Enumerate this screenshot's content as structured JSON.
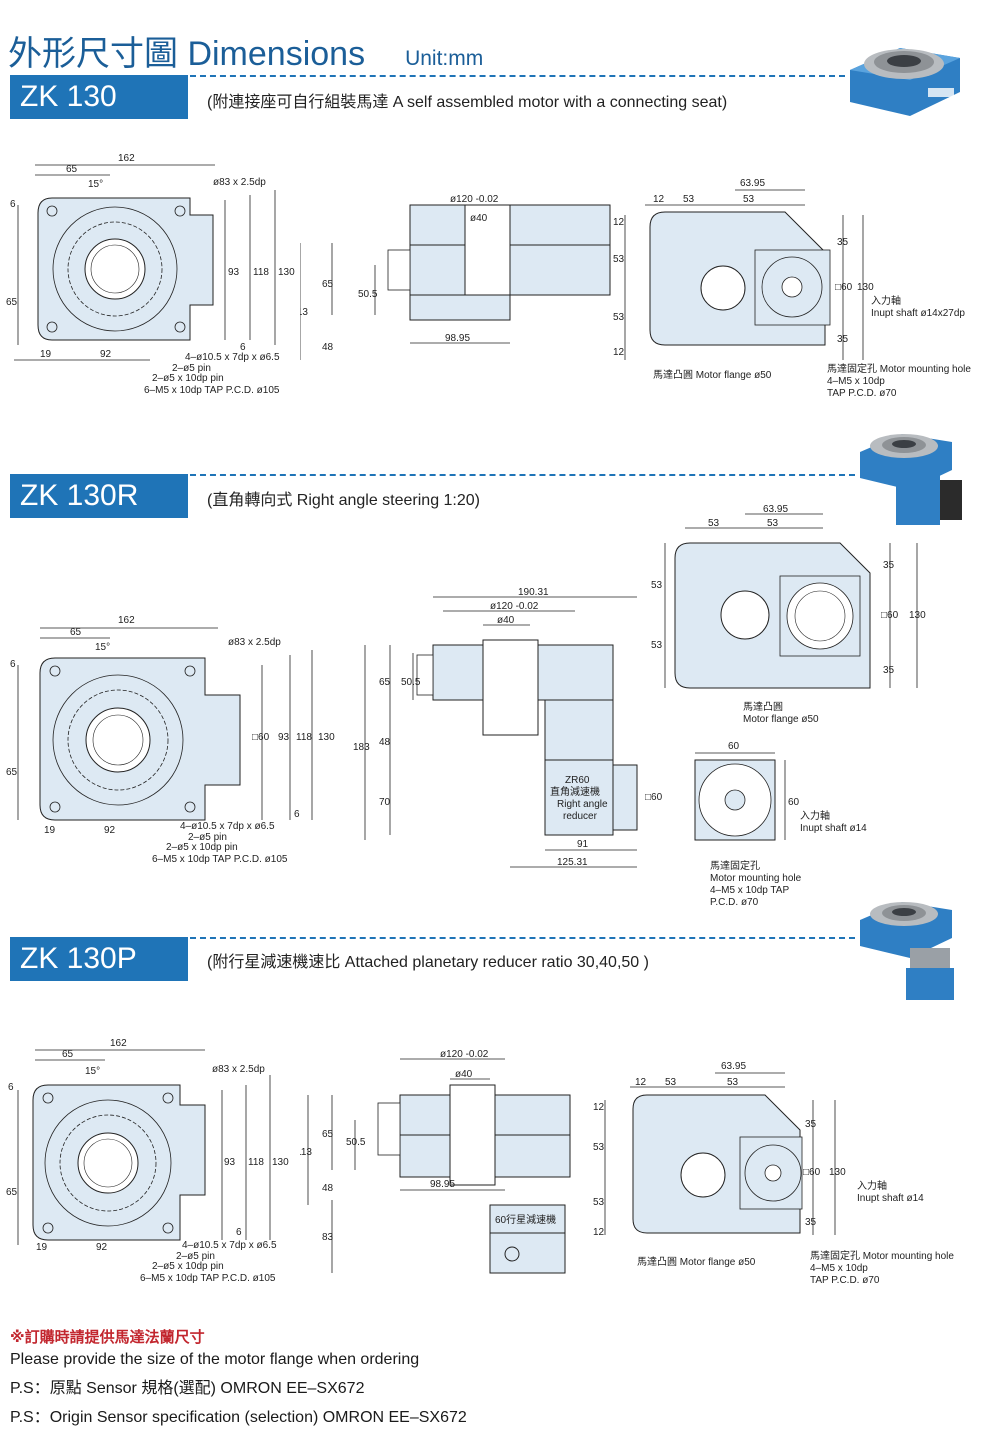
{
  "header": {
    "title": "外形尺寸圖 Dimensions",
    "unit": "Unit:mm"
  },
  "colors": {
    "accent": "#1f74b7",
    "part_fill": "#dde9f3",
    "note_red": "#c2262e"
  },
  "sections": [
    {
      "model": "ZK 130",
      "description": "(附連接座可自行組裝馬達  A self assembled motor with a connecting seat)",
      "top_view": {
        "dims": [
          "162",
          "65",
          "15°",
          "ø83 x 2.5dp",
          "6",
          "93",
          "118",
          "130",
          "65",
          "19",
          "92",
          "6"
        ],
        "callouts": [
          "4–ø10.5 x 7dp x ø6.5",
          "2–ø5 pin",
          "2–ø5 x 10dp pin",
          "6–M5 x 10dp TAP P.C.D. ø105"
        ]
      },
      "side_view": {
        "dims": [
          "ø120 -0.02",
          "ø40",
          "113",
          "65",
          "50.5",
          "48",
          "98.95"
        ]
      },
      "motor_view": {
        "dims": [
          "63.95",
          "12",
          "53",
          "53",
          "12",
          "53",
          "53",
          "12",
          "35",
          "□60",
          "130",
          "35"
        ],
        "labels": [
          "入力軸",
          "Inupt shaft ø14x27dp",
          "馬達凸圓 Motor flange ø50",
          "馬達固定孔 Motor mounting hole",
          "4–M5 x 10dp",
          "TAP P.C.D. ø70"
        ]
      }
    },
    {
      "model": "ZK 130R",
      "description": "(直角轉向式 Right angle steering 1:20)",
      "top_view": {
        "dims": [
          "162",
          "65",
          "15°",
          "ø83 x 2.5dp",
          "6",
          "□60",
          "93",
          "118",
          "130",
          "65",
          "19",
          "92",
          "6"
        ],
        "callouts": [
          "4–ø10.5 x 7dp x ø6.5",
          "2–ø5 pin",
          "2–ø5 x 10dp pin",
          "6–M5 x 10dp TAP P.C.D. ø105"
        ]
      },
      "side_view": {
        "dims": [
          "190.31",
          "ø120 -0.02",
          "ø40",
          "183",
          "65",
          "50.5",
          "48",
          "70",
          "□60",
          "91",
          "125.31"
        ],
        "labels": [
          "ZR60",
          "直角減速機",
          "Right angle",
          "reducer"
        ]
      },
      "motor_view": {
        "dims": [
          "63.95",
          "53",
          "53",
          "53",
          "53",
          "35",
          "□60",
          "130",
          "35"
        ],
        "labels": [
          "馬達凸圓",
          "Motor flange ø50"
        ]
      },
      "end_view": {
        "dims": [
          "60",
          "60"
        ],
        "labels": [
          "入力軸",
          "Inupt shaft ø14",
          "馬達固定孔",
          "Motor mounting hole",
          "4–M5 x 10dp TAP",
          "P.C.D. ø70"
        ]
      }
    },
    {
      "model": "ZK 130P",
      "description": "(附行星減速機速比 Attached planetary reducer ratio  30,40,50 )",
      "top_view": {
        "dims": [
          "162",
          "65",
          "15°",
          "ø83 x 2.5dp",
          "6",
          "93",
          "118",
          "130",
          "65",
          "19",
          "92",
          "6"
        ],
        "callouts": [
          "4–ø10.5 x 7dp x ø6.5",
          "2–ø5 pin",
          "2–ø5 x 10dp pin",
          "6–M5 x 10dp TAP P.C.D. ø105"
        ]
      },
      "side_view": {
        "dims": [
          "ø120 -0.02",
          "ø40",
          "113",
          "65",
          "50.5",
          "48",
          "83",
          "98.95"
        ],
        "labels": [
          "60行星減速機"
        ]
      },
      "motor_view": {
        "dims": [
          "63.95",
          "12",
          "53",
          "53",
          "12",
          "53",
          "53",
          "12",
          "35",
          "□60",
          "130",
          "35"
        ],
        "labels": [
          "入力軸",
          "Inupt shaft ø14",
          "馬達凸圓 Motor flange ø50",
          "馬達固定孔 Motor mounting hole",
          "4–M5 x 10dp",
          "TAP P.C.D. ø70"
        ]
      }
    }
  ],
  "notes": {
    "order_note": "※訂購時請提供馬達法蘭尺寸",
    "line1": "Please provide the size of the motor flange when ordering",
    "line2": "P.S：原點 Sensor 規格(選配)  OMRON EE–SX672",
    "line3": "P.S：Origin Sensor specification (selection) OMRON EE–SX672"
  }
}
